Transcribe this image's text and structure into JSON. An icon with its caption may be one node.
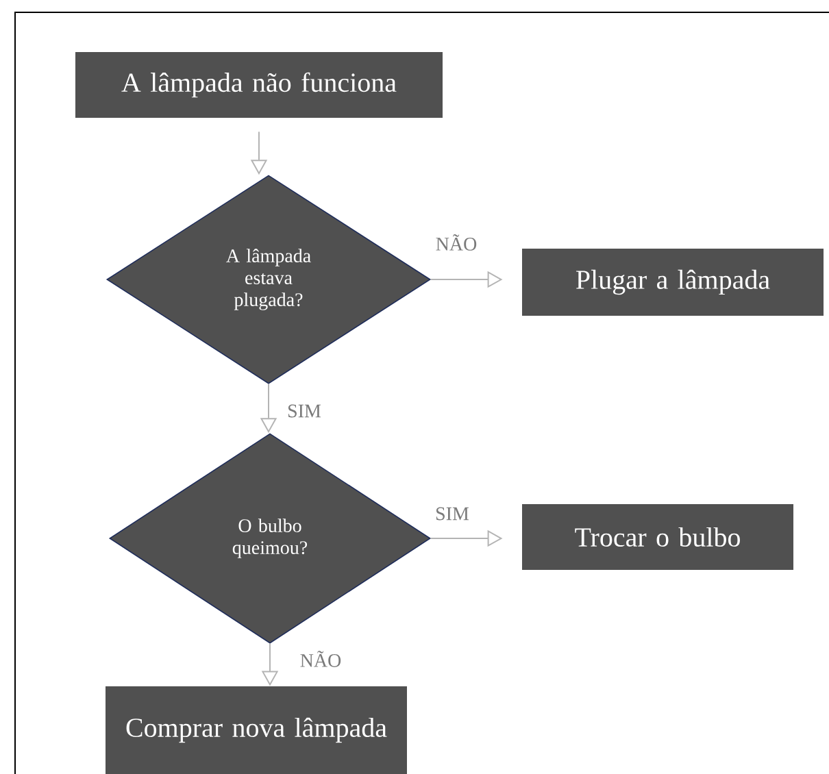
{
  "diagram": {
    "nodes": [
      {
        "text": [
          "A lâmpada não funciona"
        ]
      },
      {
        "text": [
          "A lâmpada estava plugada?"
        ]
      },
      {
        "text": [
          "Plugar a lâmpada"
        ]
      },
      {
        "text": [
          "O bulbo queimou?"
        ]
      },
      {
        "text": [
          "Trocar o bulbo"
        ]
      },
      {
        "text": [
          "Comprar nova lâmpada"
        ]
      }
    ],
    "edges": [
      {
        "from": 0,
        "to": 1,
        "arrow": "to"
      },
      {
        "from": 1,
        "to": 2,
        "arrow": "to",
        "label": "NÃO"
      },
      {
        "from": 1,
        "to": 3,
        "arrow": "to",
        "label": "SIM"
      },
      {
        "from": 3,
        "to": 4,
        "arrow": "to",
        "label": "SIM"
      },
      {
        "from": 3,
        "to": 5,
        "arrow": "to",
        "label": "NÃO"
      }
    ]
  }
}
